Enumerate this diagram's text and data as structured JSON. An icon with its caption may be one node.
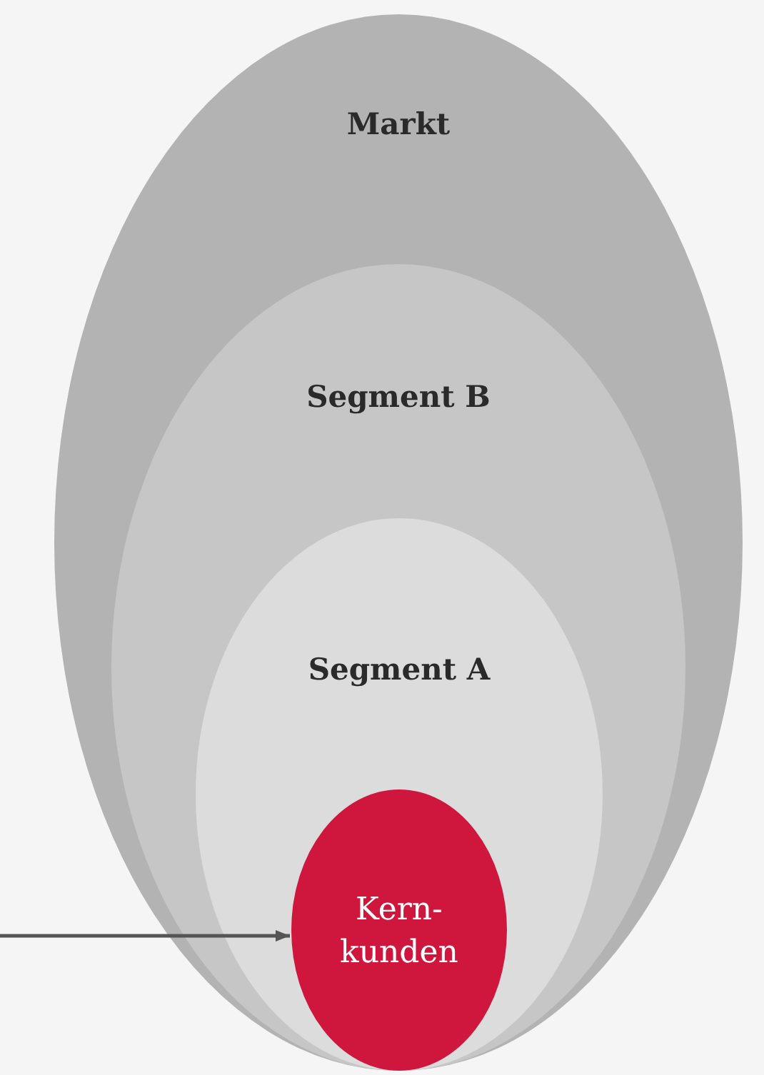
{
  "diagram": {
    "nodes": [
      {
        "text": [
          "Markt"
        ]
      },
      {
        "text": [
          "Segment B"
        ],
        "in": 0
      },
      {
        "text": [
          "Segment A"
        ],
        "in": 1
      },
      {
        "text": [
          "Kern- kunden"
        ],
        "in": 2
      }
    ],
    "edges": [
      {
        "from": null,
        "to": 3,
        "arrow": "to"
      }
    ]
  }
}
